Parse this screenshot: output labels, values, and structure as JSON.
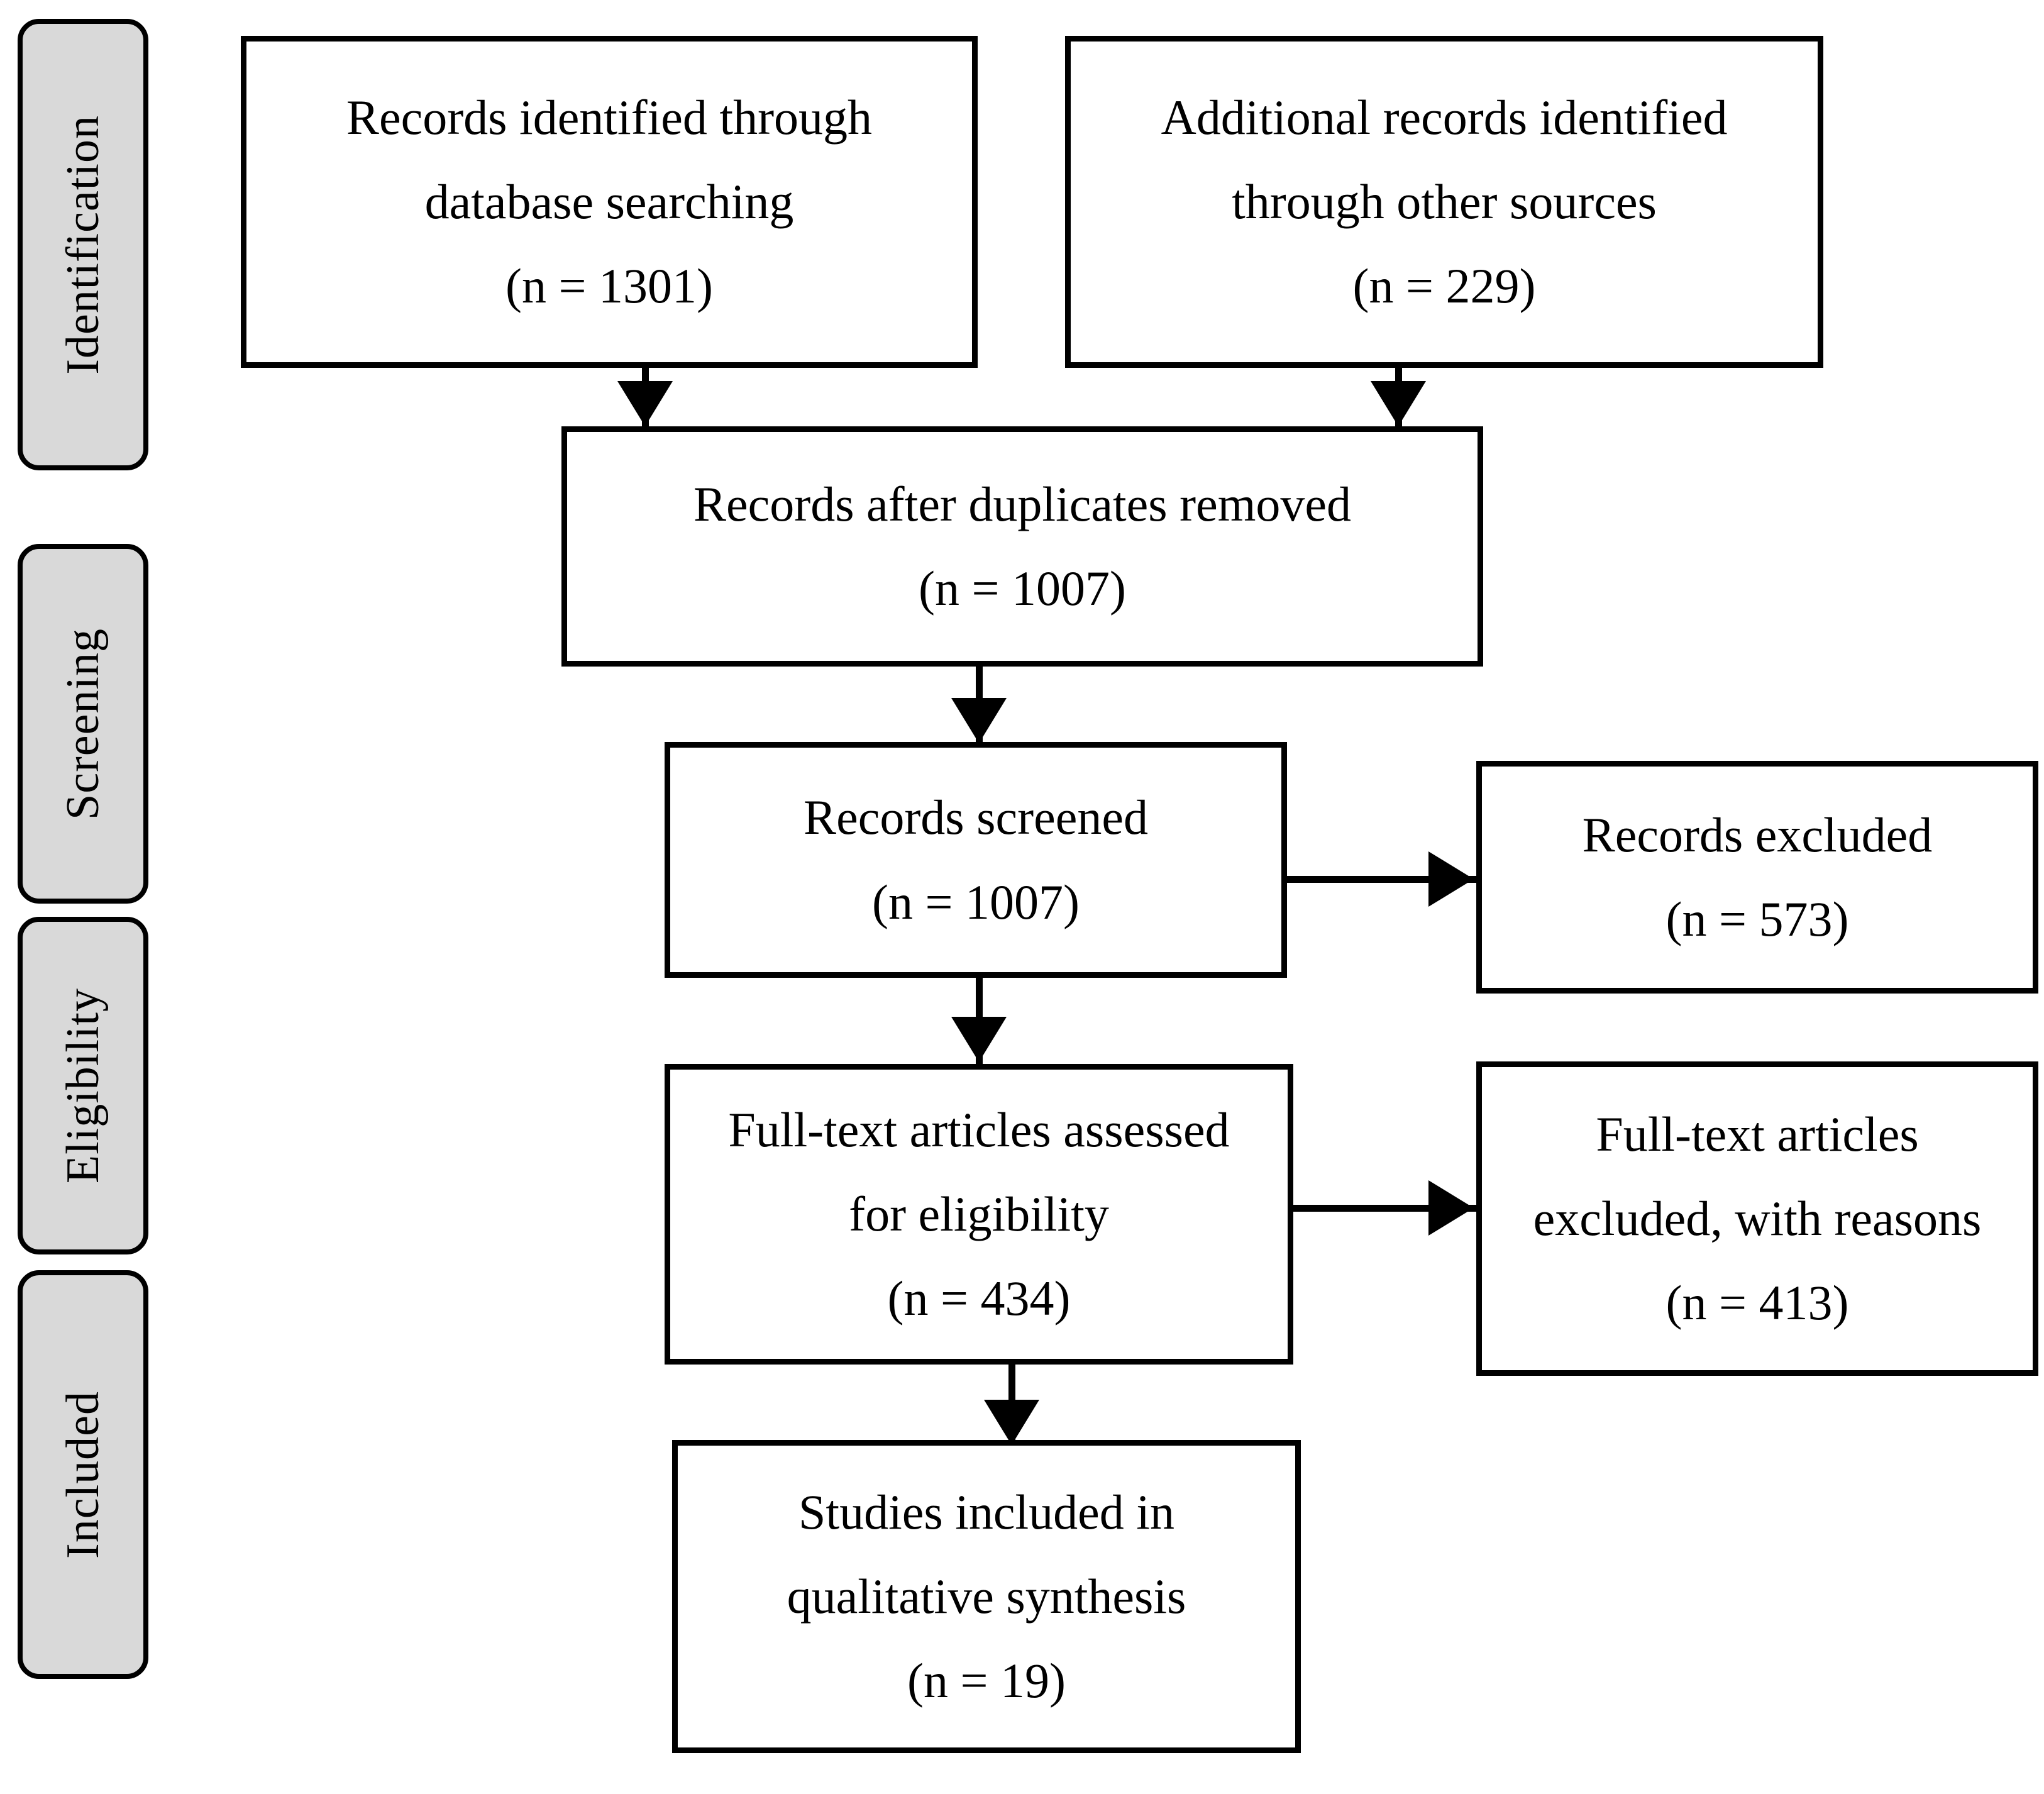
{
  "diagram": {
    "type": "prisma-flow-diagram",
    "stages": [
      {
        "id": "identification",
        "label": "Identification"
      },
      {
        "id": "screening",
        "label": "Screening"
      },
      {
        "id": "eligibility",
        "label": "Eligibility"
      },
      {
        "id": "included",
        "label": "Included"
      }
    ],
    "boxes": [
      {
        "id": "records-identified-database",
        "stage": "identification",
        "lines": [
          "Records identified through",
          "database searching",
          "(n = 1301)"
        ],
        "count": 1301
      },
      {
        "id": "additional-records-other-sources",
        "stage": "identification",
        "lines": [
          "Additional records identified",
          "through other sources",
          "(n = 229)"
        ],
        "count": 229
      },
      {
        "id": "records-after-duplicates-removed",
        "stage": "screening",
        "lines": [
          "Records after duplicates removed",
          "(n = 1007)"
        ],
        "count": 1007
      },
      {
        "id": "records-screened",
        "stage": "screening",
        "lines": [
          "Records screened",
          "(n = 1007)"
        ],
        "count": 1007
      },
      {
        "id": "records-excluded",
        "stage": "screening",
        "lines": [
          "Records excluded",
          "(n = 573)"
        ],
        "count": 573
      },
      {
        "id": "full-text-assessed",
        "stage": "eligibility",
        "lines": [
          "Full-text articles assessed",
          "for eligibility",
          "(n = 434)"
        ],
        "count": 434
      },
      {
        "id": "full-text-excluded",
        "stage": "eligibility",
        "lines": [
          "Full-text articles",
          "excluded, with reasons",
          "(n = 413)"
        ],
        "count": 413
      },
      {
        "id": "studies-included-qualitative",
        "stage": "included",
        "lines": [
          "Studies included in",
          "qualitative synthesis",
          "(n = 19)"
        ],
        "count": 19
      }
    ],
    "connectors": [
      {
        "id": "database-to-duplicates",
        "from": "records-identified-database",
        "to": "records-after-duplicates-removed",
        "direction": "down"
      },
      {
        "id": "other-sources-to-duplicates",
        "from": "additional-records-other-sources",
        "to": "records-after-duplicates-removed",
        "direction": "down"
      },
      {
        "id": "duplicates-to-screened",
        "from": "records-after-duplicates-removed",
        "to": "records-screened",
        "direction": "down"
      },
      {
        "id": "screened-to-excluded",
        "from": "records-screened",
        "to": "records-excluded",
        "direction": "right"
      },
      {
        "id": "screened-to-fulltext",
        "from": "records-screened",
        "to": "full-text-assessed",
        "direction": "down"
      },
      {
        "id": "fulltext-to-fulltext-excluded",
        "from": "full-text-assessed",
        "to": "full-text-excluded",
        "direction": "right"
      },
      {
        "id": "fulltext-to-included",
        "from": "full-text-assessed",
        "to": "studies-included-qualitative",
        "direction": "down"
      }
    ],
    "colors": {
      "stage_fill": "#D9D9D9",
      "box_fill": "#FFFFFF",
      "stroke": "#000000",
      "background": "#FFFFFF"
    }
  }
}
